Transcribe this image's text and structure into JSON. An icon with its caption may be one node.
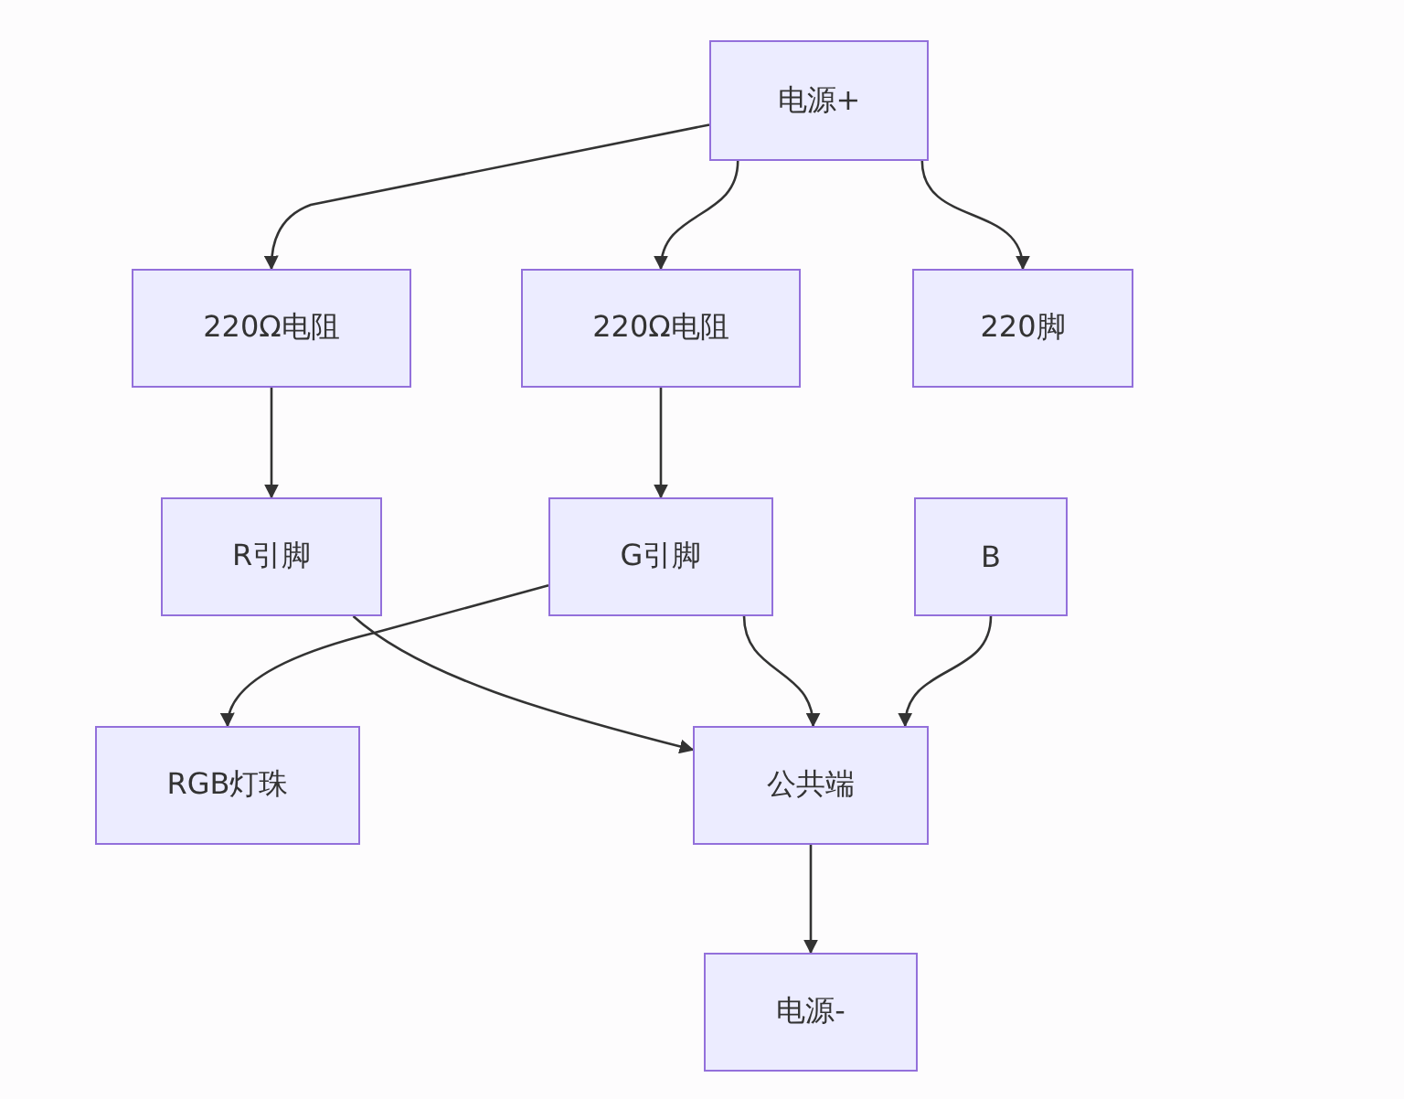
{
  "diagram": {
    "nodes": [
      {
        "text": [
          "电源+"
        ]
      },
      {
        "text": [
          "220Ω电阻"
        ]
      },
      {
        "text": [
          "220Ω电阻"
        ]
      },
      {
        "text": [
          "220脚"
        ]
      },
      {
        "text": [
          "R引脚"
        ]
      },
      {
        "text": [
          "G引脚"
        ]
      },
      {
        "text": [
          "B"
        ]
      },
      {
        "text": [
          "RGB灯珠"
        ]
      },
      {
        "text": [
          "公共端"
        ]
      },
      {
        "text": [
          "电源-"
        ]
      }
    ],
    "edges": [
      {
        "from": 0,
        "to": 1,
        "arrow": "to"
      },
      {
        "from": 0,
        "to": 2,
        "arrow": "to"
      },
      {
        "from": 0,
        "to": 3,
        "arrow": "to"
      },
      {
        "from": 1,
        "to": 4,
        "arrow": "to"
      },
      {
        "from": 2,
        "to": 5,
        "arrow": "to"
      },
      {
        "from": 5,
        "to": 7,
        "arrow": "to"
      },
      {
        "from": 4,
        "to": 8,
        "arrow": "to"
      },
      {
        "from": 5,
        "to": 8,
        "arrow": "to"
      },
      {
        "from": 6,
        "to": 8,
        "arrow": "to"
      },
      {
        "from": 8,
        "to": 9,
        "arrow": "to"
      }
    ]
  }
}
